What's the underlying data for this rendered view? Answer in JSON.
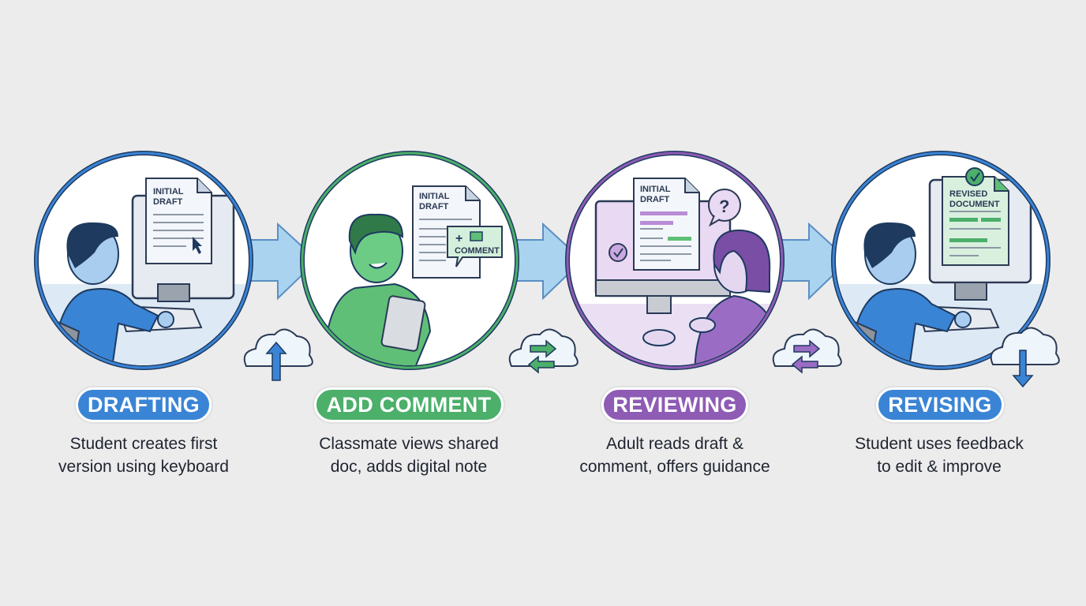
{
  "steps": [
    {
      "label": "DRAFTING",
      "desc1": "Student creates first",
      "desc2": "version using keyboard",
      "doc_line1": "INITIAL",
      "doc_line2": "DRAFT",
      "color": "#3a84d6",
      "cloud": "cloud-upload"
    },
    {
      "label": "ADD COMMENT",
      "desc1": "Classmate views shared",
      "desc2": "doc, adds digital note",
      "doc_line1": "INITIAL",
      "doc_line2": "DRAFT",
      "bubble": "COMMENT",
      "color": "#4caf6a",
      "cloud": "cloud-sync"
    },
    {
      "label": "REVIEWING",
      "desc1": "Adult reads draft &",
      "desc2": "comment, offers guidance",
      "doc_line1": "INITIAL",
      "doc_line2": "DRAFT",
      "question": "?",
      "color": "#8e5bb5",
      "cloud": "cloud-sync"
    },
    {
      "label": "REVISING",
      "desc1": "Student uses feedback",
      "desc2": "to edit & improve",
      "doc_line1": "REVISED",
      "doc_line2": "DOCUMENT",
      "color": "#3a84d6",
      "cloud": "cloud-download"
    }
  ],
  "colors": {
    "background": "#ececec",
    "arrow": "#a9d3ef",
    "outline": "#1e3a5f"
  }
}
